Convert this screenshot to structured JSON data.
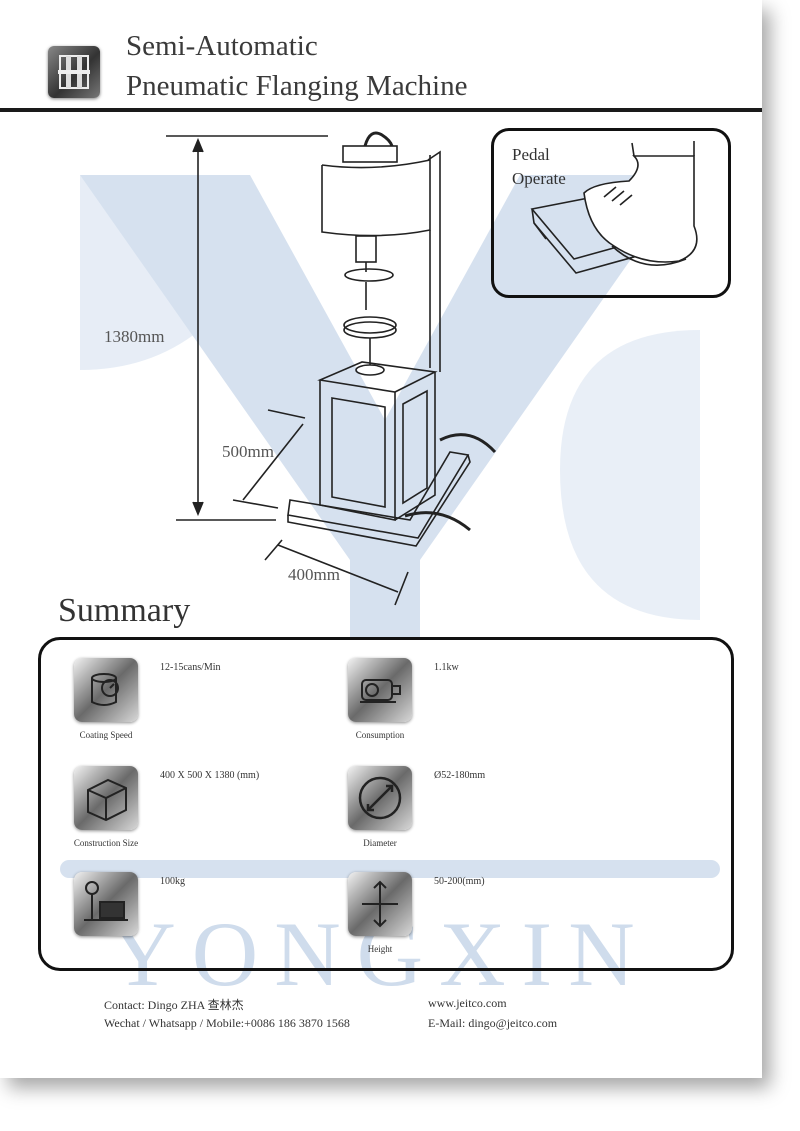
{
  "header": {
    "title_line1": "Semi-Automatic",
    "title_line2": "Pneumatic Flanging Machine",
    "logo_icon": "machine-logo-icon"
  },
  "drawing": {
    "height_label": "1380mm",
    "depth_label": "500mm",
    "width_label": "400mm"
  },
  "pedal": {
    "label_line1": "Pedal",
    "label_line2": "Operate"
  },
  "summary": {
    "title": "Summary",
    "specs": [
      {
        "caption": "Coating Speed",
        "value": "12-15cans/Min",
        "icon": "can-speed-icon"
      },
      {
        "caption": "Consumption",
        "value": "1.1kw",
        "icon": "motor-icon"
      },
      {
        "caption": "Construction Size",
        "value": "400 X 500 X 1380 (mm)",
        "icon": "cube-icon"
      },
      {
        "caption": "Diameter",
        "value": "Ø52-180mm",
        "icon": "diameter-icon"
      },
      {
        "caption": "",
        "value": "100kg",
        "icon": "scale-icon"
      },
      {
        "caption": "Height",
        "value": "50-200(mm)",
        "icon": "height-icon"
      }
    ]
  },
  "watermark": {
    "text": "YONGXIN"
  },
  "footer": {
    "contact": "Contact: Dingo ZHA 查林杰",
    "phone": "Wechat / Whatsapp / Mobile:+0086 186 3870 1568",
    "website": "www.jeitco.com",
    "email": "E-Mail: dingo@jeitco.com"
  },
  "colors": {
    "watermark": "#c9d8ea",
    "rule": "#1a1a1a"
  }
}
